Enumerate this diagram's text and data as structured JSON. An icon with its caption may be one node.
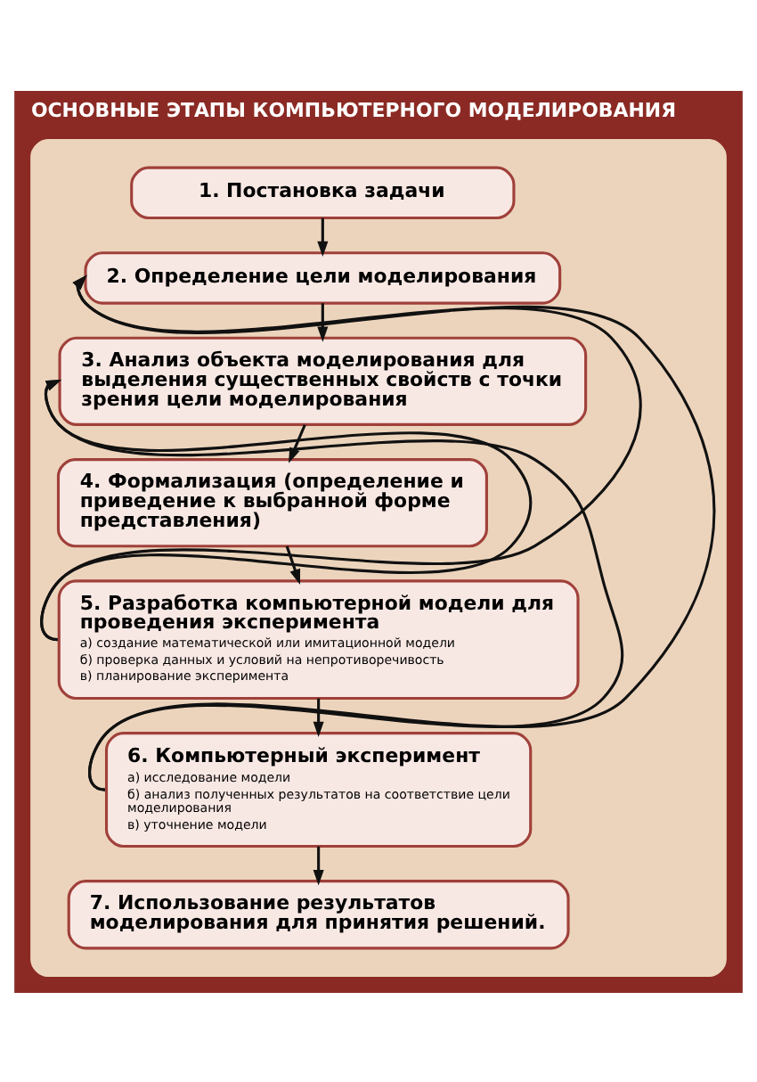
{
  "diagram": {
    "title": "ОСНОВНЫЕ ЭТАПЫ КОМПЬЮТЕРНОГО МОДЕЛИРОВАНИЯ",
    "nodes": [
      {
        "text": [],
        "shape": "box"
      },
      {
        "text": [
          "1. Постановка задачи"
        ],
        "in": 0
      },
      {
        "text": [
          "2. Определение цели моделирования"
        ],
        "in": 0
      },
      {
        "text": [
          "3. Анализ объекта моделирования для выделения существенных свойств с точки зрения цели моделирования"
        ],
        "in": 0
      },
      {
        "text": [
          "4. Формализация (определение и приведение к выбранной форме представления)"
        ],
        "in": 0
      },
      {
        "text": [
          "5. Разработка компьютерной модели для проведения эксперимента",
          "а) создание математической или имитационной модели",
          "б) проверка данных и условий на непротиворечивость",
          "в) планирование эксперимента"
        ],
        "in": 0
      },
      {
        "text": [
          "6. Компьютерный эксперимент",
          "а) исследование модели",
          "б) анализ полученных результатов на соответствие цели моделирования",
          "в) уточнение модели"
        ],
        "in": 0
      },
      {
        "text": [
          "7. Использование результатов моделирования для принятия решений."
        ],
        "in": 0
      }
    ],
    "edges": [
      {
        "from": 1,
        "to": 2,
        "arrow": "to"
      },
      {
        "from": 2,
        "to": 3,
        "arrow": "to"
      },
      {
        "from": 3,
        "to": 4,
        "arrow": "to"
      },
      {
        "from": 4,
        "to": 5,
        "arrow": "to"
      },
      {
        "from": 5,
        "to": 6,
        "arrow": "to"
      },
      {
        "from": 6,
        "to": 7,
        "arrow": "to"
      },
      {
        "from": 5,
        "to": 2,
        "arrow": "to"
      },
      {
        "from": 5,
        "to": 3,
        "arrow": "to"
      },
      {
        "from": 6,
        "to": 2,
        "arrow": "to"
      },
      {
        "from": 6,
        "to": 3,
        "arrow": "to"
      }
    ]
  }
}
